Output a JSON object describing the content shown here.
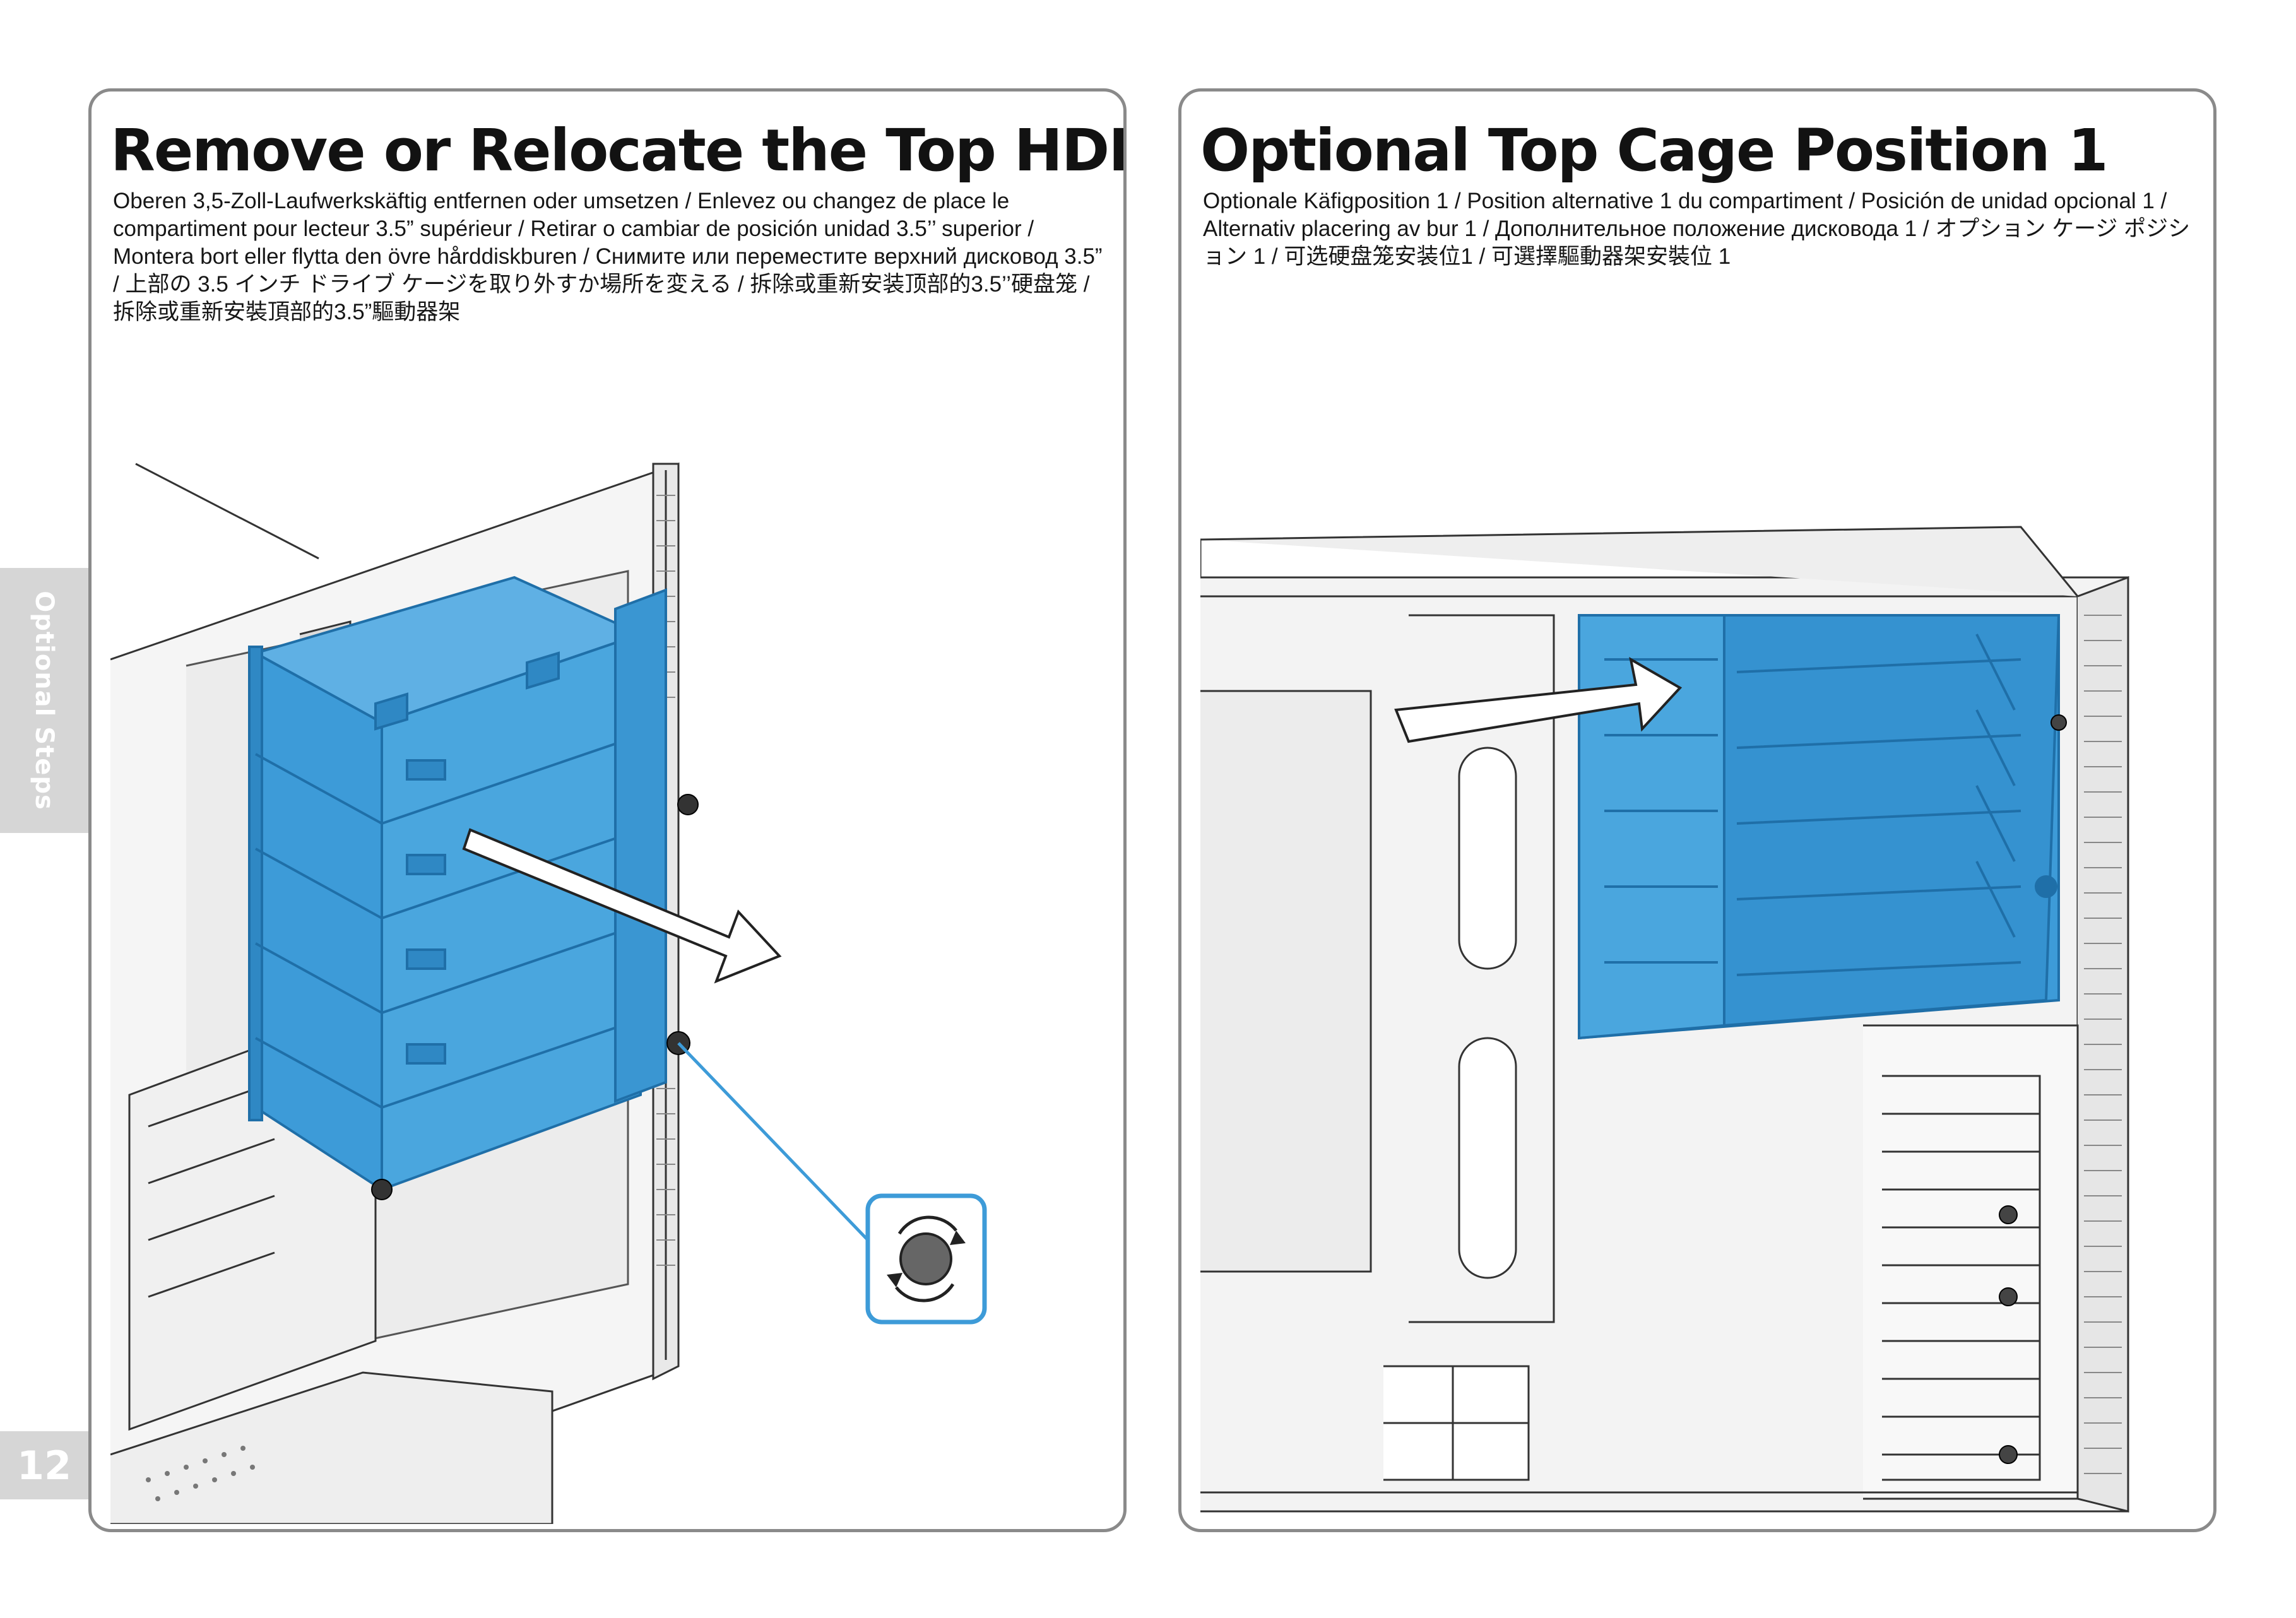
{
  "side_tab": {
    "label": "Optional Steps"
  },
  "page_number": "12",
  "left_panel": {
    "title": "Remove or Relocate the Top HDD Cage",
    "description": "Oberen 3,5-Zoll-Laufwerkskäftig entfernen oder umsetzen / Enlevez ou changez de place le compartiment pour lecteur 3.5” supérieur / Retirar o cambiar de posición unidad 3.5’’ superior / Montera bort eller flytta den övre hårddiskburen / Снимите или переместите верхний дисковод 3.5” / 上部の 3.5 インチ ドライブ ケージを取り外すか場所を変える / 拆除或重新安装顶部的3.5’’硬盘笼 / 拆除或重新安裝頂部的3.5”驅動器架"
  },
  "right_panel": {
    "title": "Optional Top Cage Position 1",
    "description": "Optionale Käfigposition 1 / Position alternative 1 du compartiment / Posición de unidad opcional 1 / Alternativ placering av bur 1 / Дополнительное положение дисковода 1 / オプション ケージ ポジション 1 / 可选硬盘笼安装位1 / 可選擇驅動器架安裝位 1"
  },
  "colors": {
    "cage_blue": "#3d9bd8",
    "cage_blue_dark": "#1f6fa8",
    "panel_border": "#8a8a8a",
    "tab_gray": "#d6d6d6"
  }
}
